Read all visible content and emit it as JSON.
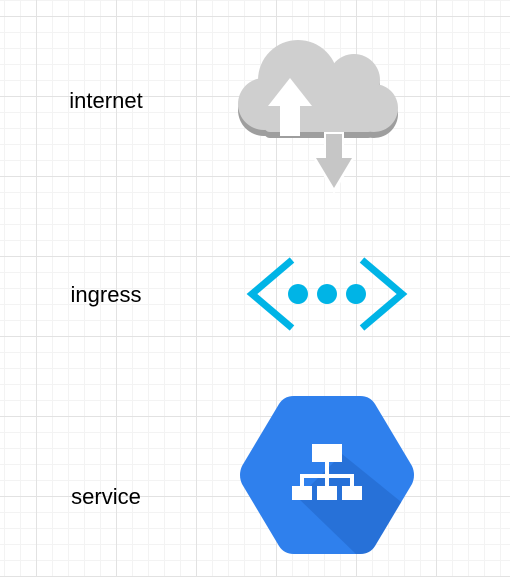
{
  "diagram": {
    "nodes": [
      {
        "id": "internet",
        "label": "internet",
        "icon": "cloud-upload-download-icon",
        "color": "#c6c6c6"
      },
      {
        "id": "ingress",
        "label": "ingress",
        "icon": "ingress-dots-icon",
        "color": "#00b4e6"
      },
      {
        "id": "service",
        "label": "service",
        "icon": "network-hierarchy-hexagon-icon",
        "color": "#1a73e8"
      }
    ]
  }
}
